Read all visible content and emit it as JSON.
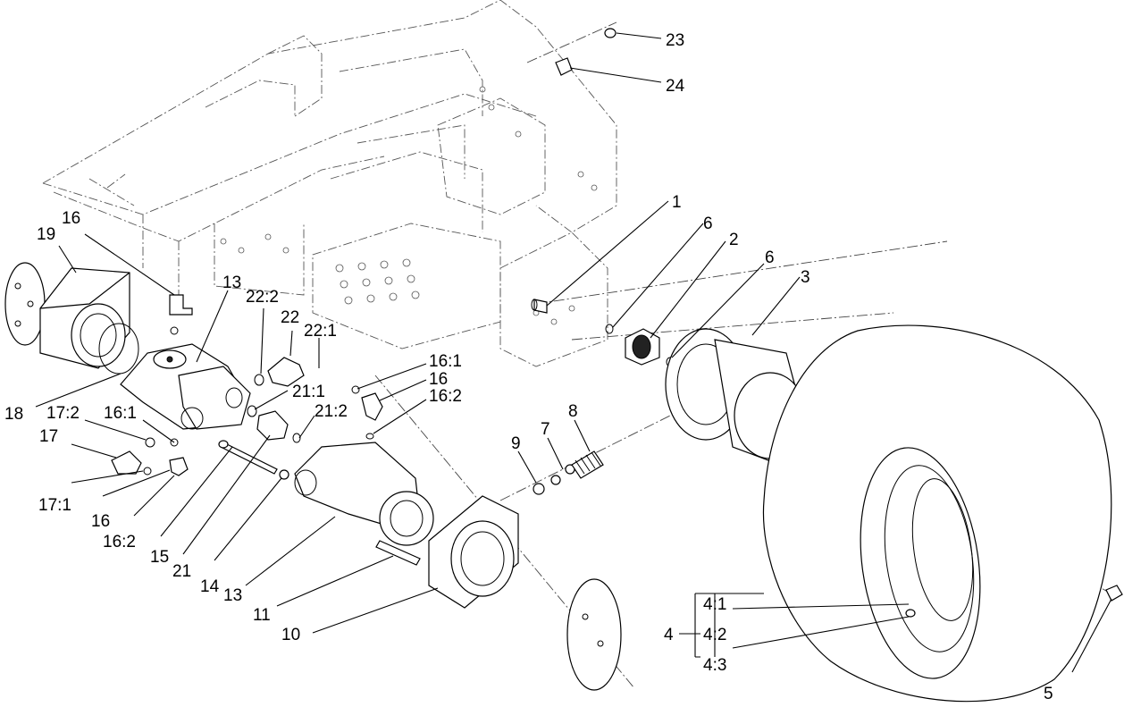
{
  "callouts": [
    {
      "id": "c1",
      "text": "1"
    },
    {
      "id": "c2",
      "text": "2"
    },
    {
      "id": "c3",
      "text": "3"
    },
    {
      "id": "c4",
      "text": "4"
    },
    {
      "id": "c4_1",
      "text": "4:1"
    },
    {
      "id": "c4_2",
      "text": "4:2"
    },
    {
      "id": "c4_3",
      "text": "4:3"
    },
    {
      "id": "c5",
      "text": "5"
    },
    {
      "id": "c6a",
      "text": "6"
    },
    {
      "id": "c6b",
      "text": "6"
    },
    {
      "id": "c7",
      "text": "7"
    },
    {
      "id": "c8",
      "text": "8"
    },
    {
      "id": "c9",
      "text": "9"
    },
    {
      "id": "c10",
      "text": "10"
    },
    {
      "id": "c11",
      "text": "11"
    },
    {
      "id": "c13a",
      "text": "13"
    },
    {
      "id": "c13b",
      "text": "13"
    },
    {
      "id": "c14",
      "text": "14"
    },
    {
      "id": "c15",
      "text": "15"
    },
    {
      "id": "c16a",
      "text": "16"
    },
    {
      "id": "c16b",
      "text": "16"
    },
    {
      "id": "c16c",
      "text": "16"
    },
    {
      "id": "c16_1a",
      "text": "16:1"
    },
    {
      "id": "c16_1b",
      "text": "16:1"
    },
    {
      "id": "c16_2a",
      "text": "16:2"
    },
    {
      "id": "c16_2b",
      "text": "16:2"
    },
    {
      "id": "c17",
      "text": "17"
    },
    {
      "id": "c17_1",
      "text": "17:1"
    },
    {
      "id": "c17_2",
      "text": "17:2"
    },
    {
      "id": "c18",
      "text": "18"
    },
    {
      "id": "c19",
      "text": "19"
    },
    {
      "id": "c21",
      "text": "21"
    },
    {
      "id": "c21_1",
      "text": "21:1"
    },
    {
      "id": "c21_2",
      "text": "21:2"
    },
    {
      "id": "c22",
      "text": "22"
    },
    {
      "id": "c22_1",
      "text": "22:1"
    },
    {
      "id": "c22_2",
      "text": "22:2"
    },
    {
      "id": "c23",
      "text": "23"
    },
    {
      "id": "c24",
      "text": "24"
    }
  ]
}
